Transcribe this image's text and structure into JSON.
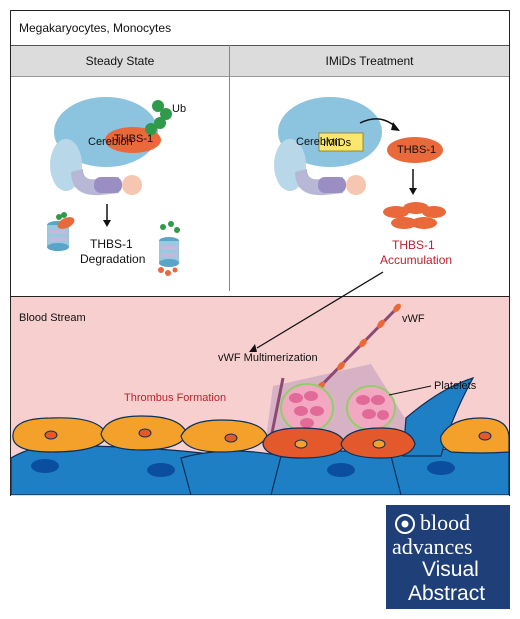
{
  "header": {
    "title": "Megakaryocytes, Monocytes"
  },
  "steady_state": {
    "title": "Steady State",
    "cereblon_label": "Cereblon",
    "thbs_label": "THBS-1",
    "ub_label": "Ub",
    "result_line1": "THBS-1",
    "result_line2": "Degradation"
  },
  "imids": {
    "title": "IMiDs Treatment",
    "cereblon_label": "Cereblon",
    "drug_label": "IMiDs",
    "thbs_label": "THBS-1",
    "result_line1": "THBS-1",
    "result_line2": "Accumulation"
  },
  "bloodstream": {
    "title": "Blood Stream",
    "vwf_label": "vWF",
    "multimer_label": "vWF Multimerization",
    "thrombus_label": "Thrombus Formation",
    "platelets_label": "Platelets"
  },
  "logo": {
    "line1": "blood",
    "line2": "advances",
    "line3": "Visual",
    "line4": "Abstract"
  },
  "colors": {
    "cereblon": "#8cc3df",
    "thbs": "#e9693a",
    "ubiquitin": "#2e9a4a",
    "emphasis_text": "#c0202a",
    "bloodstream_bg": "#f7cfcf",
    "logo_bg": "#1f3f79"
  }
}
